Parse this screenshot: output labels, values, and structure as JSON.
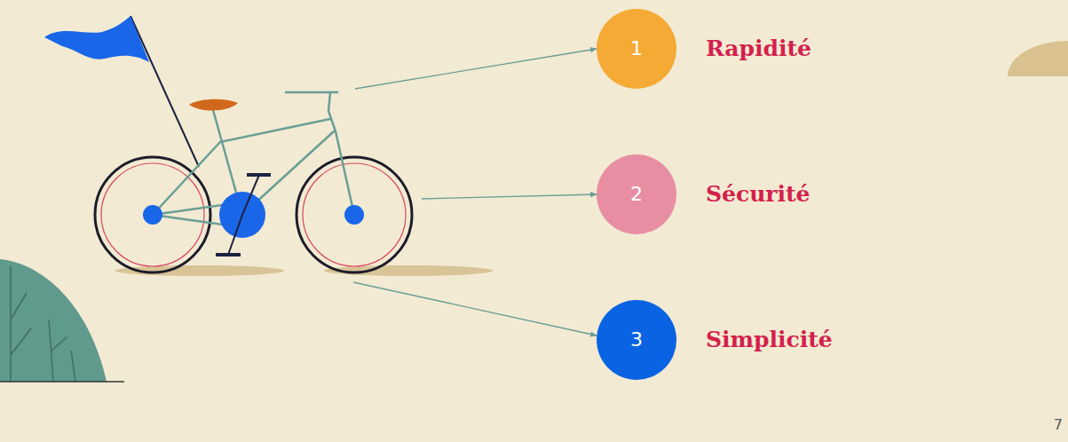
{
  "diagram": {
    "nodes": [
      {
        "text": [
          "1",
          "Rapidité"
        ]
      },
      {
        "text": [
          "2",
          "Sécurité"
        ]
      },
      {
        "text": [
          "3",
          "Simplicité"
        ]
      }
    ],
    "labels": [
      "7"
    ]
  }
}
